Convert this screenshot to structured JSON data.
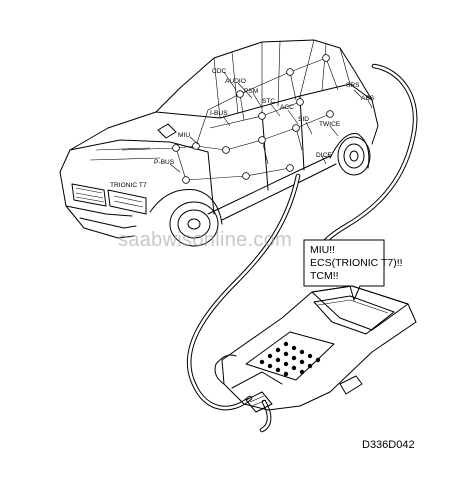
{
  "module_labels": {
    "cdc": "CDC",
    "audio": "AUDIO",
    "psm": "PSM",
    "i_bus": "I-BUS",
    "stc": "STC",
    "acc": "ACC",
    "sid": "SID",
    "srs": "SRS",
    "abs": "ABS",
    "twice": "TWICE",
    "dice": "DICE",
    "miu": "MIU",
    "p_bus": "P-BUS",
    "trionic": "TRIONIC T7"
  },
  "screen_lines": [
    "MIU!!",
    "ECS(TRIONIC T7)!!",
    "TCM!!"
  ],
  "watermark": "saabwisonline.com",
  "figure_code": "D336D042"
}
